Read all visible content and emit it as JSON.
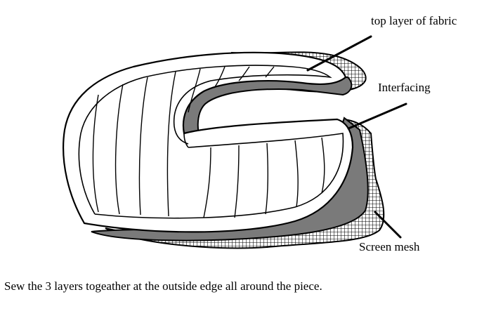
{
  "labels": {
    "top_layer": "top layer of fabric",
    "interfacing": "Interfacing",
    "screen_mesh": "Screen mesh"
  },
  "caption": "Sew the 3 layers togeather at the outside edge all around the piece.",
  "colors": {
    "ink": "#000000",
    "fabric": "#ffffff",
    "interfacing": "#7a7a7a",
    "mesh_bg": "#ffffff"
  }
}
